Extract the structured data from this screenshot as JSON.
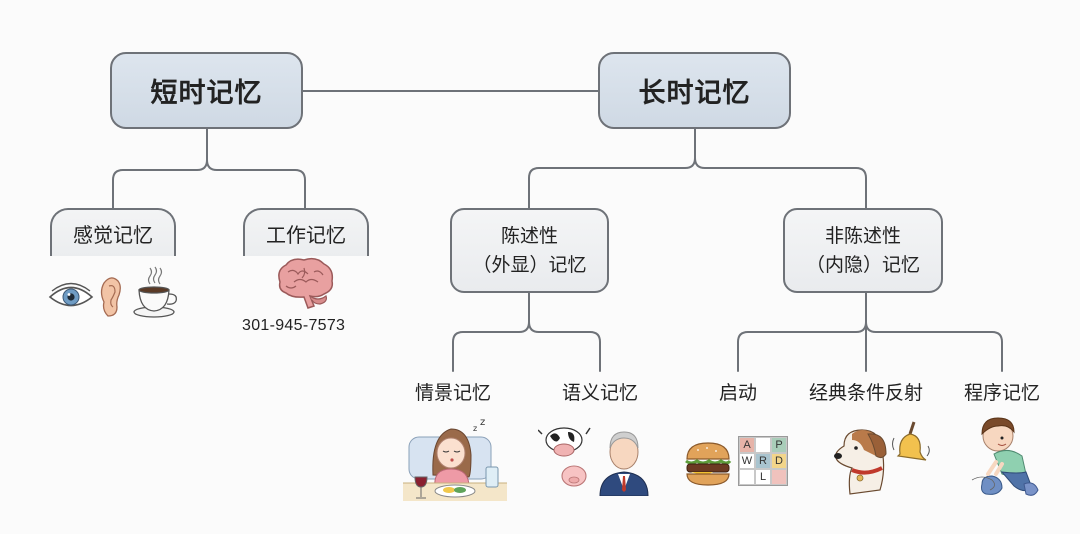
{
  "diagram": {
    "title_nodes": {
      "short_term": "短时记忆",
      "long_term": "长时记忆"
    },
    "short_term_children": {
      "sensory": "感觉记忆",
      "working": "工作记忆",
      "working_example_number": "301-945-7573"
    },
    "long_term_children": {
      "declarative_line1": "陈述性",
      "declarative_line2": "（外显）记忆",
      "nondeclarative_line1": "非陈述性",
      "nondeclarative_line2": "（内隐）记忆"
    },
    "declarative_leaves": [
      {
        "label": "情景记忆",
        "illustration": "girl-dozing-at-dinner"
      },
      {
        "label": "语义记忆",
        "illustration": "cow-pig-and-elderly-man"
      }
    ],
    "nondeclarative_leaves": [
      {
        "label": "启动",
        "illustration": "burger-and-word-grid"
      },
      {
        "label": "经典条件反射",
        "illustration": "dog-and-bell"
      },
      {
        "label": "程序记忆",
        "illustration": "boy-tying-shoelaces"
      }
    ],
    "sensory_icons": [
      "eye-icon",
      "ear-icon",
      "coffee-cup-icon"
    ],
    "word_grid": {
      "cells": [
        "A",
        "",
        "P",
        "W",
        "R",
        "D",
        "",
        "L",
        ""
      ],
      "cell_colors": [
        "#e6b3a8",
        "#ffffff",
        "#a9cdb9",
        "#ffffff",
        "#a9c4cf",
        "#f2d58a",
        "#ffffff",
        "#ffffff",
        "#f0c2bd"
      ]
    },
    "colors": {
      "top_node_fill": "#d6dfe9",
      "mid_node_fill": "#eef0f2",
      "border": "#6e7278",
      "background": "#fbfbfb"
    }
  }
}
